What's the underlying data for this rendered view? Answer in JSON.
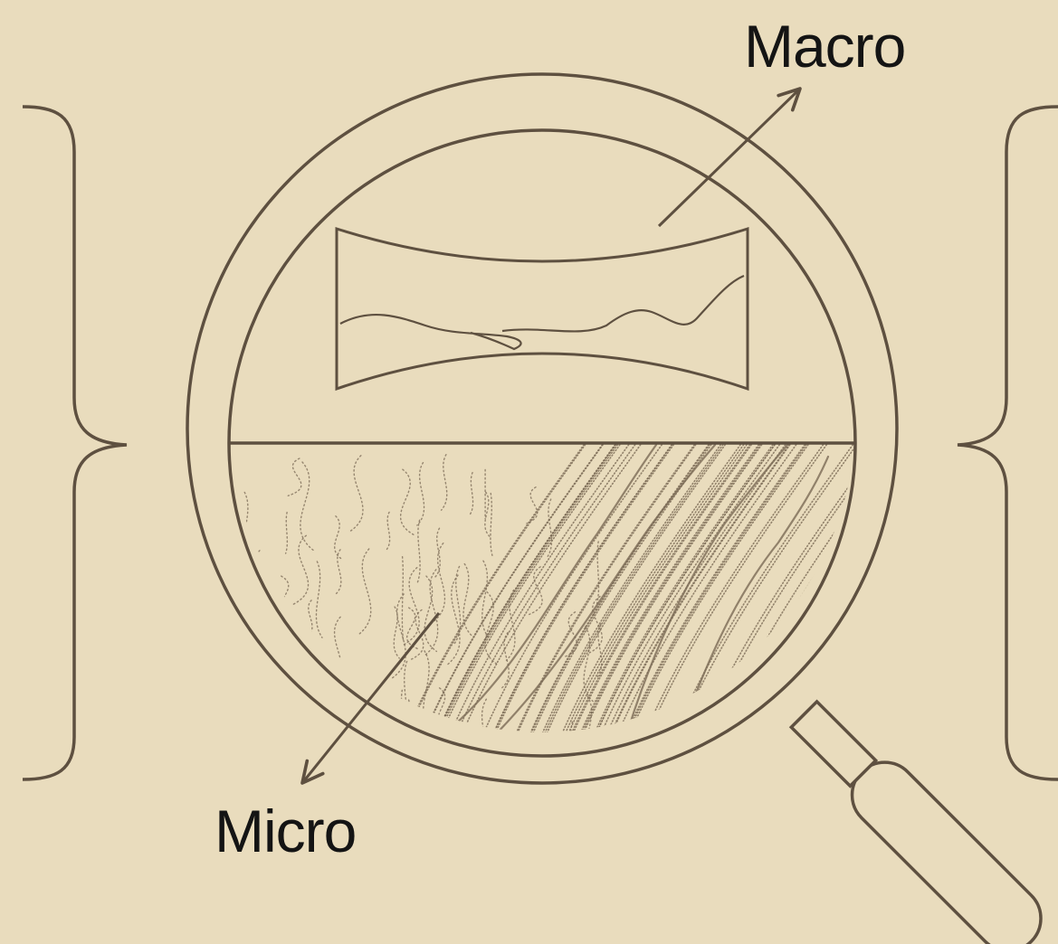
{
  "labels": {
    "macro": "Macro",
    "micro": "Micro"
  },
  "colors": {
    "background": "#e9dcbd",
    "line": "#5e5040",
    "texture": "#7a6a55",
    "text": "#141414"
  },
  "icons": {
    "lens": "magnifying-glass-icon",
    "left_bracket": "left-curly-brace",
    "right_bracket": "right-curly-brace"
  }
}
